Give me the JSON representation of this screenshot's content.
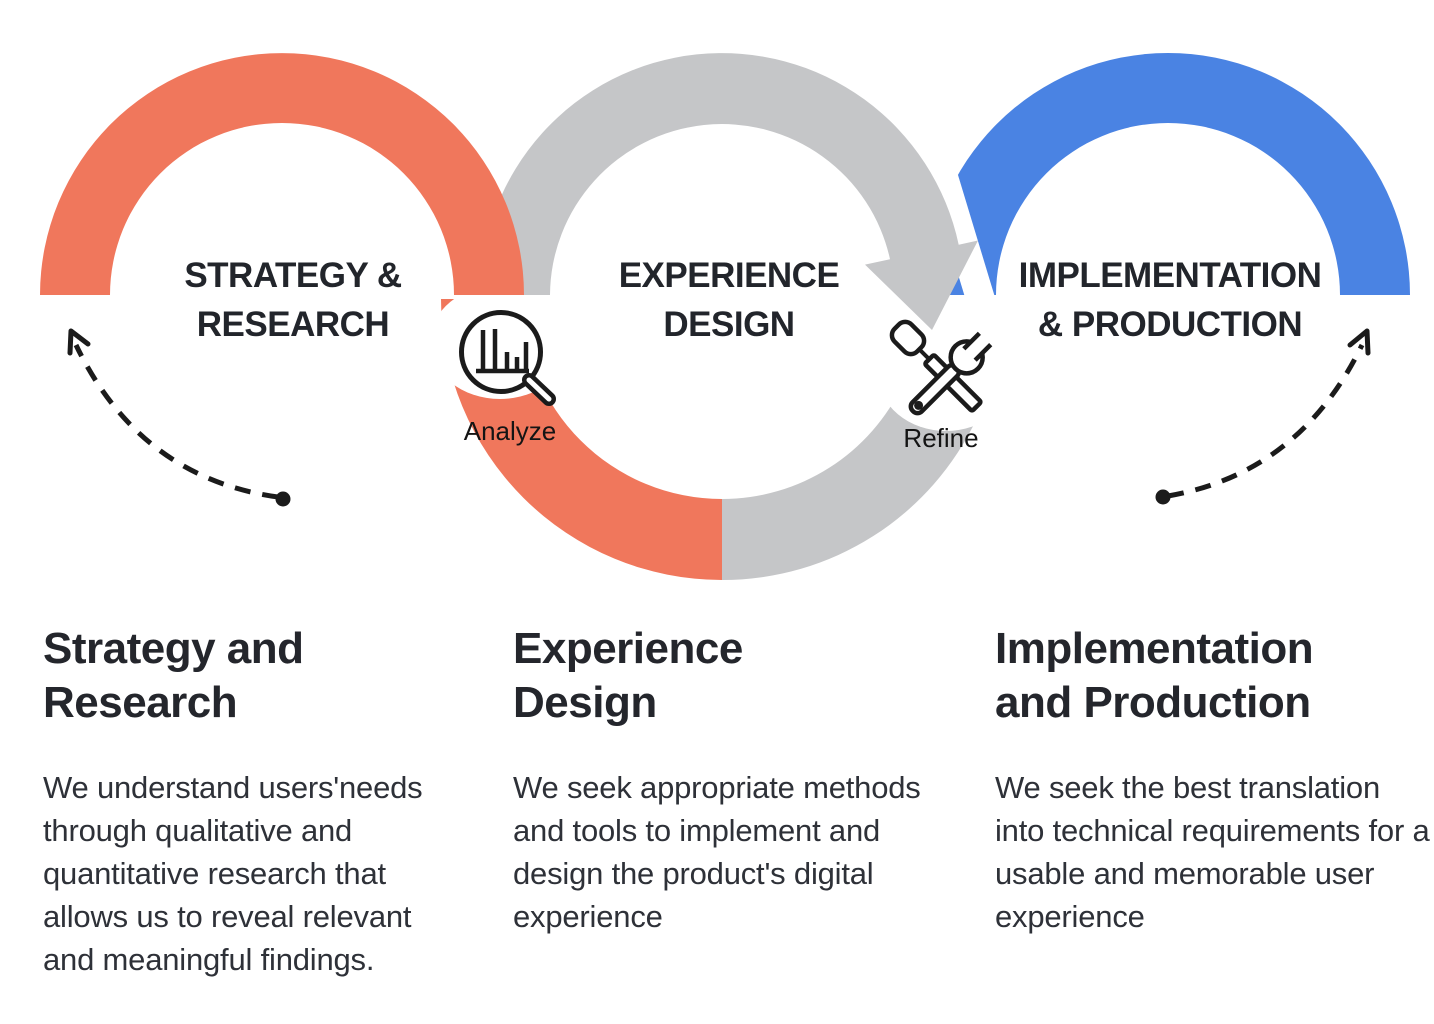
{
  "stages": [
    {
      "arc_label_line1": "STRATEGY &",
      "arc_label_line2": "RESEARCH",
      "title_line1": "Strategy and",
      "title_line2": "Research",
      "body": "We understand users'needs through qualitative and quantitative research that allows us to reveal relevant and meaningful findings."
    },
    {
      "arc_label_line1": "EXPERIENCE",
      "arc_label_line2": "DESIGN",
      "title_line1": "Experience",
      "title_line2": "Design",
      "body": "We seek appropriate methods and tools to implement and design the product's digital experience"
    },
    {
      "arc_label_line1": "IMPLEMENTATION",
      "arc_label_line2": "& PRODUCTION",
      "title_line1": "Implementation",
      "title_line2": "and Production",
      "body": "We seek the best translation into technical requirements for a usable and memorable user experience"
    }
  ],
  "connectors": [
    {
      "label": "Analyze",
      "icon": "magnifier-bar-chart-icon"
    },
    {
      "label": "Refine",
      "icon": "crossed-tools-icon"
    }
  ],
  "colors": {
    "orange": "#F0775C",
    "gray": "#C5C6C8",
    "blue": "#4A83E3",
    "ink": "#1b1b1b"
  }
}
